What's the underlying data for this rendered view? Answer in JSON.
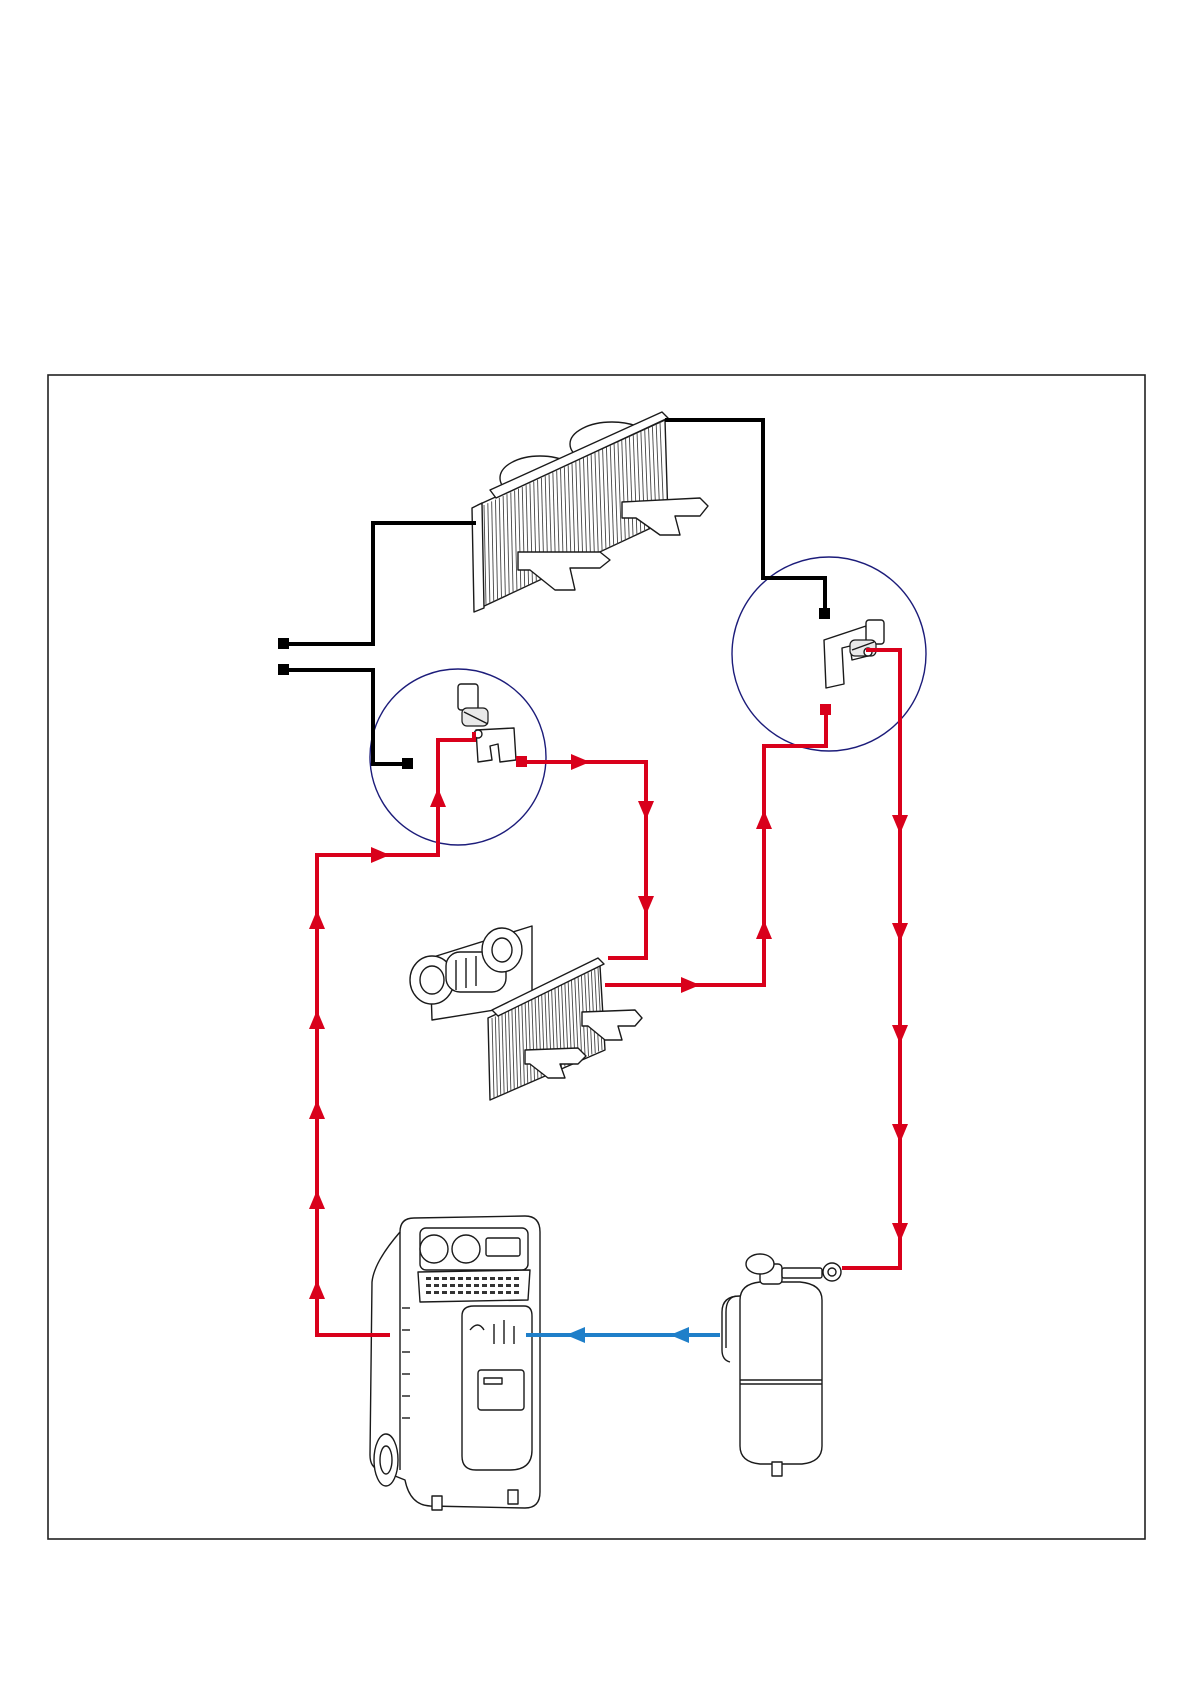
{
  "diagram": {
    "title": "",
    "colors": {
      "frame": "#222222",
      "pipe_black": "#000000",
      "pipe_red": "#d9001b",
      "pipe_blue": "#1f7fc9",
      "detail_circle": "#1c1c7a"
    },
    "components": [
      {
        "id": "condenser",
        "icon": "condenser-with-fans-icon"
      },
      {
        "id": "evaporator",
        "icon": "evaporator-with-blower-icon"
      },
      {
        "id": "valve-left",
        "icon": "service-coupler-icon"
      },
      {
        "id": "valve-right",
        "icon": "service-coupler-icon"
      },
      {
        "id": "recovery-station",
        "icon": "ac-recovery-station-icon"
      },
      {
        "id": "receiver-drier",
        "icon": "receiver-drier-tank-icon"
      }
    ],
    "flow_lines": [
      {
        "id": "condenser-to-left-terminals",
        "color": "black"
      },
      {
        "id": "left-terminals-to-left-valve",
        "color": "black"
      },
      {
        "id": "condenser-to-right-valve",
        "color": "black"
      },
      {
        "id": "station-to-left-valve",
        "color": "red"
      },
      {
        "id": "left-valve-to-evaporator",
        "color": "red"
      },
      {
        "id": "evaporator-to-right-valve",
        "color": "red"
      },
      {
        "id": "right-valve-to-receiver",
        "color": "red"
      },
      {
        "id": "receiver-to-station",
        "color": "blue"
      }
    ]
  }
}
